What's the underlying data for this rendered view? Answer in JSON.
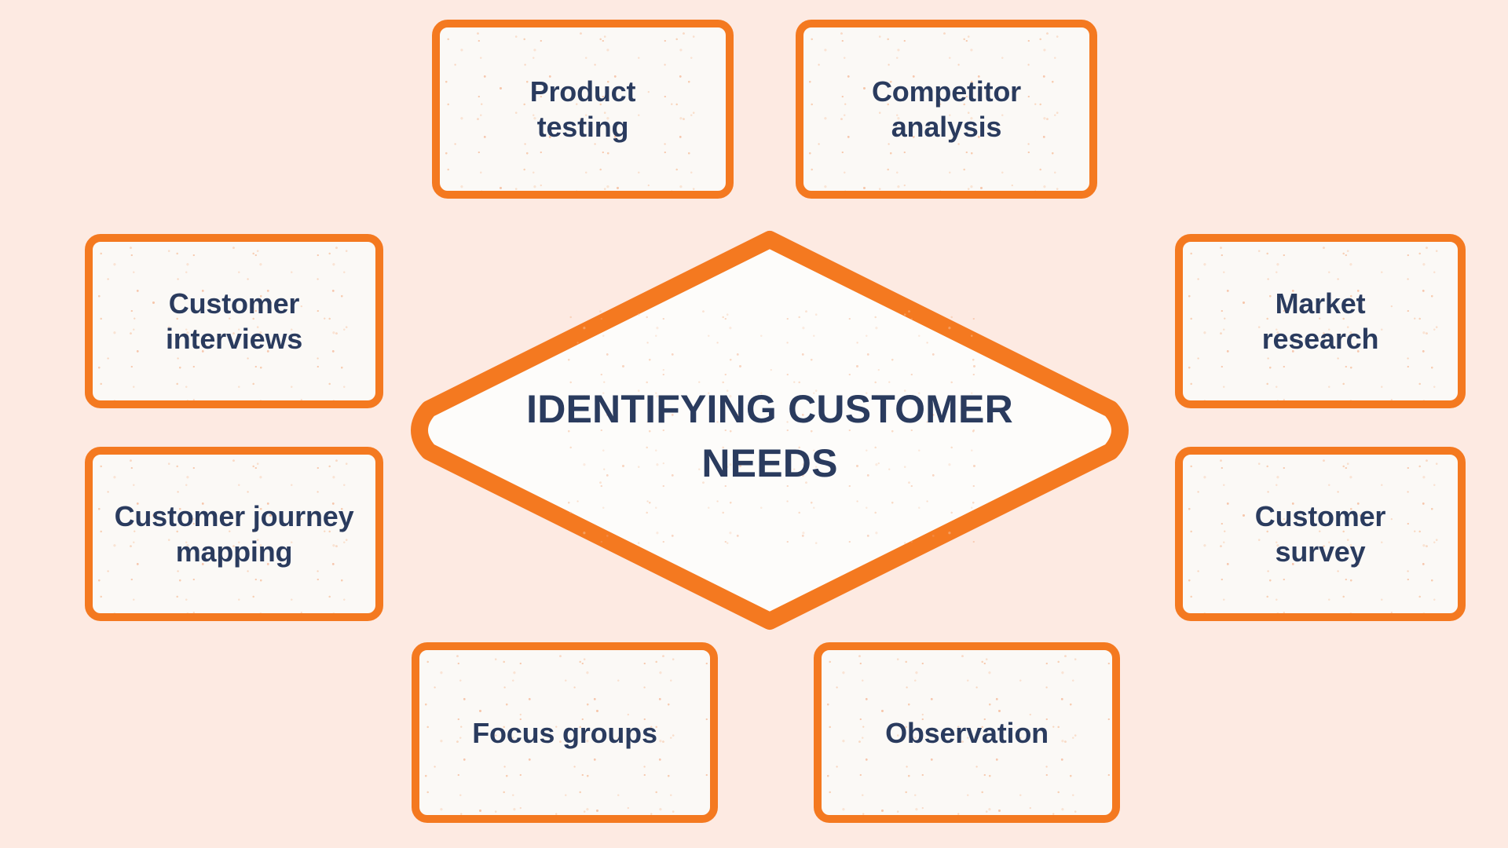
{
  "diagram": {
    "type": "hub-and-spoke",
    "background_color": "#fdeae2",
    "accent_color": "#f47920",
    "text_color": "#2a3b5e",
    "card_fill_color": "#fbf9f6",
    "center": {
      "title": "IDENTIFYING CUSTOMER NEEDS",
      "shape": "rounded-diamond"
    },
    "nodes": [
      {
        "id": "product-testing",
        "label": "Product\ntesting",
        "position": "top-left"
      },
      {
        "id": "competitor-analysis",
        "label": "Competitor\nanalysis",
        "position": "top-right"
      },
      {
        "id": "customer-interviews",
        "label": "Customer\ninterviews",
        "position": "left-upper"
      },
      {
        "id": "customer-journey-mapping",
        "label": "Customer journey\nmapping",
        "position": "left-lower"
      },
      {
        "id": "market-research",
        "label": "Market\nresearch",
        "position": "right-upper"
      },
      {
        "id": "customer-survey",
        "label": "Customer\nsurvey",
        "position": "right-lower"
      },
      {
        "id": "focus-groups",
        "label": "Focus groups",
        "position": "bottom-left"
      },
      {
        "id": "observation",
        "label": "Observation",
        "position": "bottom-right"
      }
    ]
  }
}
